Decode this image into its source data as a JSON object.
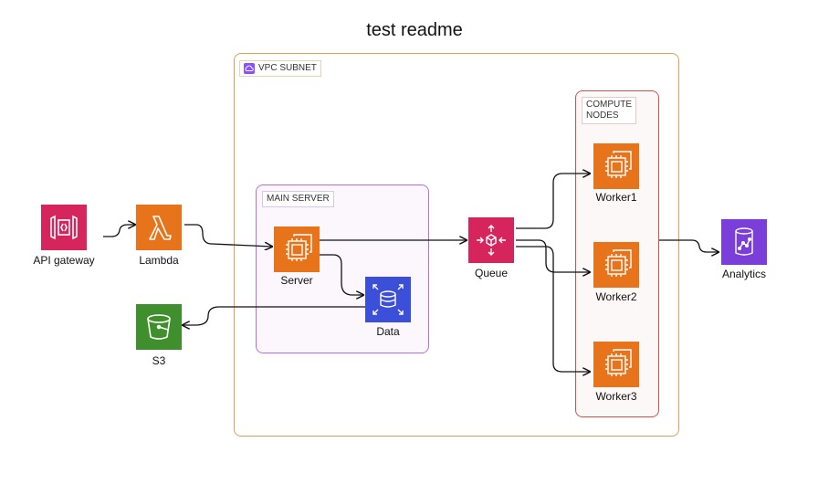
{
  "title": "test readme",
  "groups": {
    "vpc": {
      "label": "VPC SUBNET"
    },
    "main_server": {
      "label": "MAIN SERVER"
    },
    "compute": {
      "label": "COMPUTE\nNODES"
    }
  },
  "nodes": {
    "api_gateway": "API gateway",
    "lambda": "Lambda",
    "s3": "S3",
    "server": "Server",
    "data": "Data",
    "queue": "Queue",
    "worker1": "Worker1",
    "worker2": "Worker2",
    "worker3": "Worker3",
    "analytics": "Analytics"
  },
  "colors": {
    "vpc_border": "#d9a157",
    "main_server_border": "#b76fd9",
    "compute_border": "#d05050",
    "compute_orange": "#e7731a",
    "database_blue": "#3b4fd8",
    "app_integration_pink": "#d6245c",
    "storage_green": "#3f8f2c",
    "analytics_purple": "#7b3fd9",
    "edge": "#111111"
  },
  "icons": {
    "api_gateway": "api-gateway-icon",
    "lambda": "lambda-icon",
    "s3": "s3-bucket-icon",
    "server": "ec2-instance-icon",
    "data": "rds-database-icon",
    "queue": "sqs-queue-icon",
    "worker": "ec2-instance-icon",
    "analytics": "analytics-icon",
    "vpc": "vpc-cloud-icon"
  }
}
